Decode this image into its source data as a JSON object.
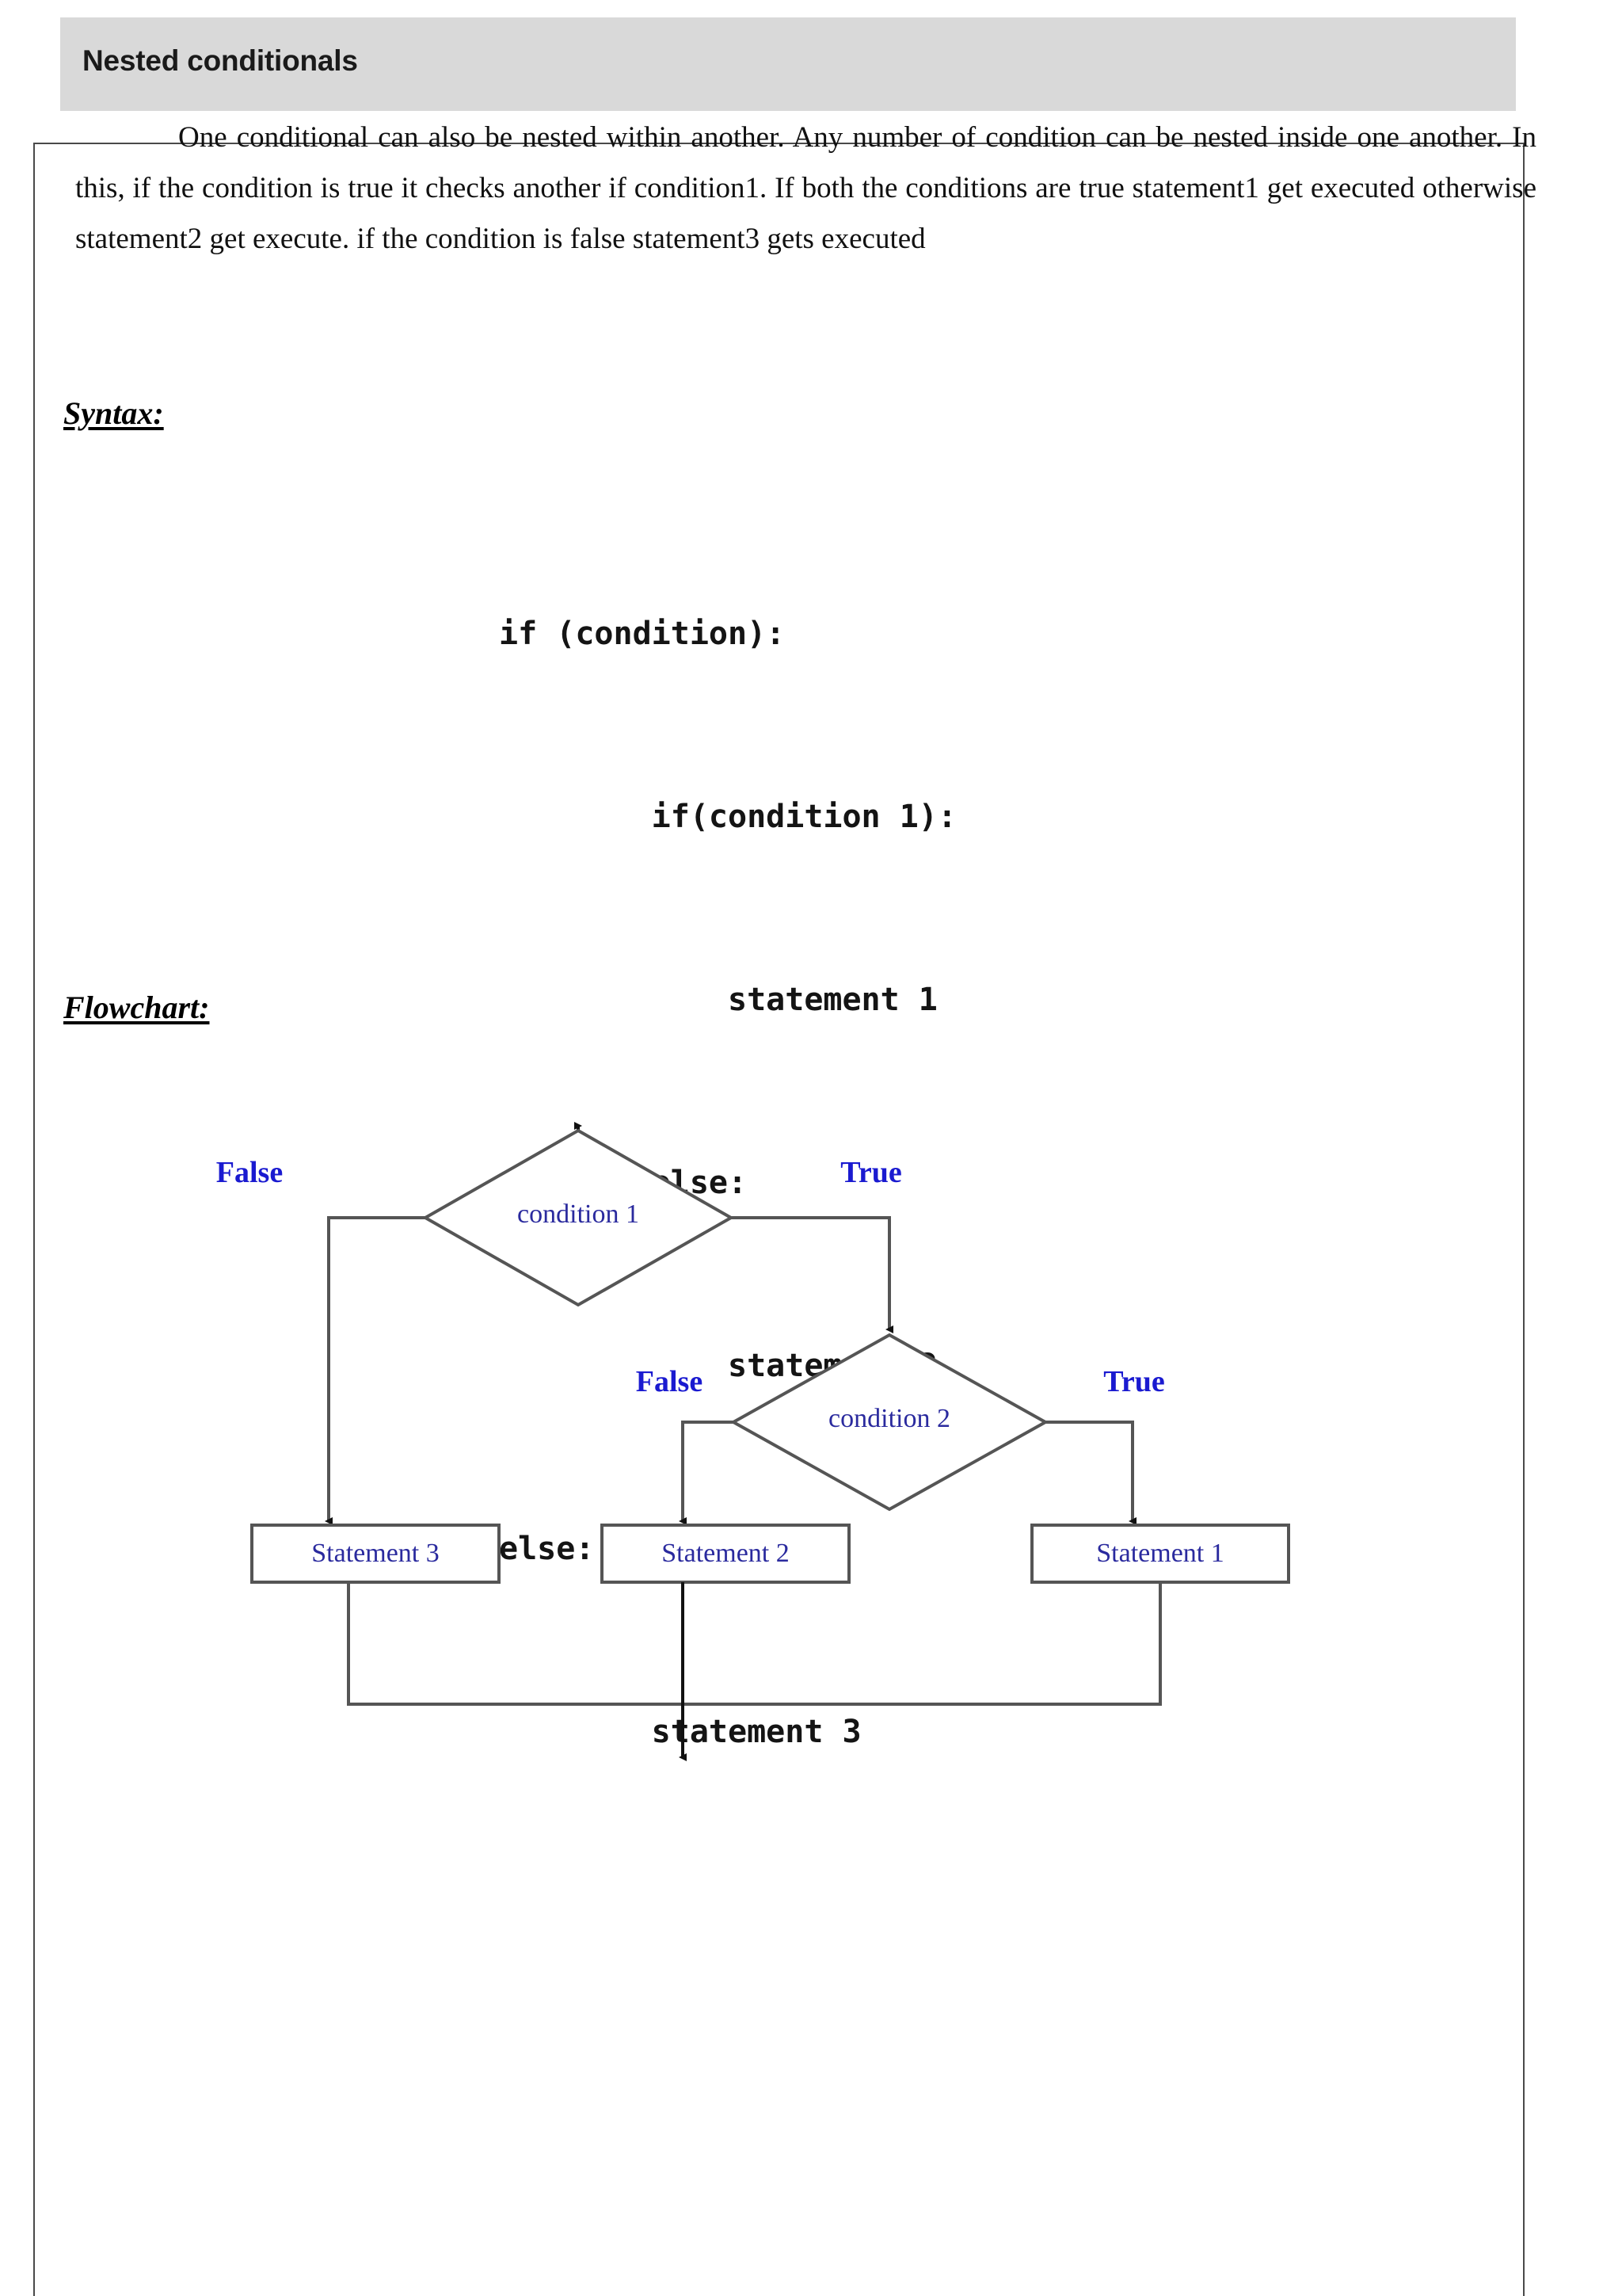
{
  "document": {
    "heading": "Nested conditionals",
    "paragraph": "One conditional can also be nested within another. Any number of condition can be nested inside one another. In this, if the condition is true it checks another if condition1. If both the conditions are true statement1 get executed otherwise statement2 get execute. if the condition is false statement3 gets executed",
    "sections": {
      "syntax_label": "Syntax:",
      "flowchart_label": "Flowchart:"
    },
    "code": {
      "lines": [
        "if (condition):",
        "        if(condition 1):",
        "            statement 1",
        "        else:",
        "            statement 2",
        "else:",
        "        statement 3"
      ]
    },
    "flowchart": {
      "nodes": {
        "condition1": "condition 1",
        "condition2": "condition 2",
        "statement1": "Statement 1",
        "statement2": "Statement 2",
        "statement3": "Statement 3"
      },
      "edge_labels": {
        "c1_false": "False",
        "c1_true": "True",
        "c2_false": "False",
        "c2_true": "True"
      },
      "colors": {
        "node_text": "#2a2a9e",
        "label_text": "#1a1ad0",
        "stroke": "#555555",
        "arrow": "#111111"
      }
    },
    "colors": {
      "heading_band": "#d9d9d9",
      "border": "#4a4a4a",
      "body_text": "#111111"
    }
  }
}
